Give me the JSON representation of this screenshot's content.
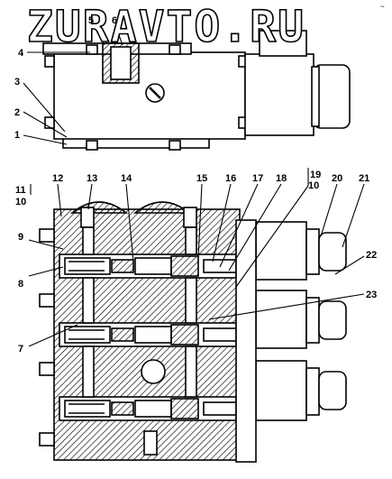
{
  "watermark": "ZURAVTO.RU",
  "corner_mark": "~",
  "top_view_labels": [
    "1",
    "2",
    "3",
    "4",
    "5",
    "6"
  ],
  "section_view_labels": [
    "7",
    "8",
    "9",
    "10",
    "10",
    "11",
    "12",
    "13",
    "14",
    "15",
    "16",
    "17",
    "18",
    "19",
    "20",
    "21",
    "22",
    "23"
  ],
  "colors": {
    "ink": "#000000",
    "paper": "#ffffff"
  }
}
